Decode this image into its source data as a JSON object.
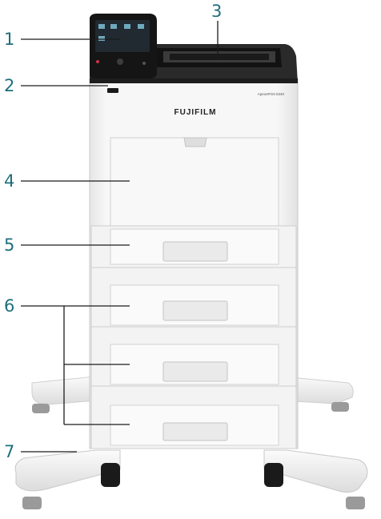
{
  "callouts": [
    "1",
    "2",
    "3",
    "4",
    "5",
    "6",
    "7"
  ],
  "brand": "FUJIFILM",
  "model": "ApeosPrint 6340",
  "colors": {
    "callout": "#1e6f7d",
    "leader": "#1c1c1c",
    "body": "#f4f4f4",
    "top_cover": "#2a2a2a",
    "panel": "#151515"
  }
}
